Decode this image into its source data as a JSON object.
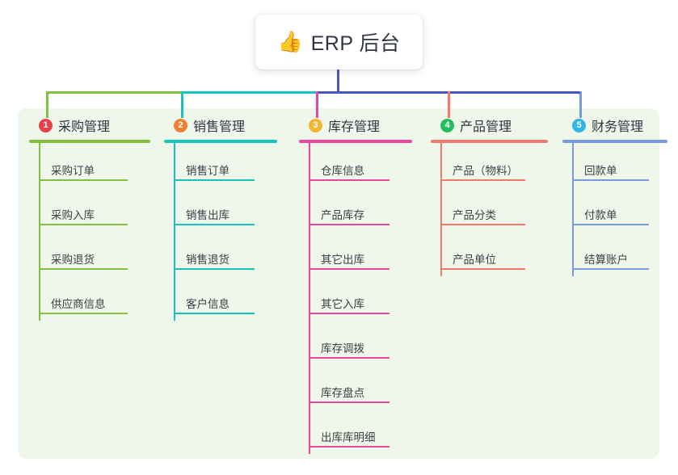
{
  "root": {
    "emoji": "👍",
    "emoji_name": "thumbs-up-emoji",
    "title": "ERP 后台"
  },
  "colors": {
    "panel_bg": "#eef7e9",
    "page_bg": "#ffffff",
    "title_text": "#2f3542",
    "trunk": "#4954c7",
    "bar_left": "#84bf41",
    "bar_mid": "#18c3bb",
    "bar_right": "#4954c7",
    "col1": "#84bf41",
    "col2": "#18c3bb",
    "col3": "#e8479b",
    "col4": "#f4796b",
    "col5": "#7a9ae0",
    "badge1": "#e8404a",
    "badge2": "#f08133",
    "badge3": "#f2b731",
    "badge4": "#21bf62",
    "badge5": "#31b5e8"
  },
  "columns": [
    {
      "number": "1",
      "title": "采购管理",
      "line_color": "#84bf41",
      "badge_color": "#e8404a",
      "items": [
        {
          "label": "采购订单"
        },
        {
          "label": "采购入库"
        },
        {
          "label": "采购退货"
        },
        {
          "label": "供应商信息"
        }
      ]
    },
    {
      "number": "2",
      "title": "销售管理",
      "line_color": "#18c3bb",
      "badge_color": "#f08133",
      "items": [
        {
          "label": "销售订单"
        },
        {
          "label": "销售出库"
        },
        {
          "label": "销售退货"
        },
        {
          "label": "客户信息"
        }
      ]
    },
    {
      "number": "3",
      "title": "库存管理",
      "line_color": "#e8479b",
      "badge_color": "#f2b731",
      "items": [
        {
          "label": "仓库信息"
        },
        {
          "label": "产品库存"
        },
        {
          "label": "其它出库"
        },
        {
          "label": "其它入库"
        },
        {
          "label": "库存调拨"
        },
        {
          "label": "库存盘点"
        },
        {
          "label": "出库库明细"
        }
      ]
    },
    {
      "number": "4",
      "title": "产品管理",
      "line_color": "#f4796b",
      "badge_color": "#21bf62",
      "items": [
        {
          "label": "产品（物料）"
        },
        {
          "label": "产品分类"
        },
        {
          "label": "产品单位"
        }
      ]
    },
    {
      "number": "5",
      "title": "财务管理",
      "line_color": "#7a9ae0",
      "badge_color": "#31b5e8",
      "items": [
        {
          "label": "回款单"
        },
        {
          "label": "付款单"
        },
        {
          "label": "结算账户"
        }
      ]
    }
  ]
}
